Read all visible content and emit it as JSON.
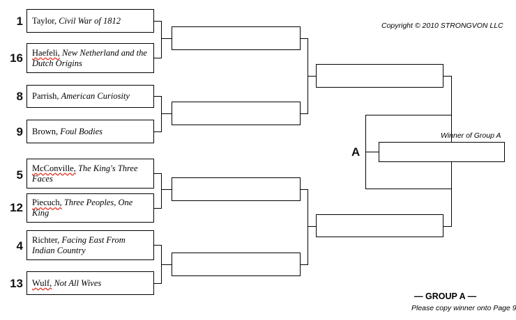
{
  "header": {
    "copyright": "Copyright © 2010 STRONGVON LLC"
  },
  "bracket": {
    "group_marker": "A",
    "winner_label": "Winner of Group A",
    "footer": "— GROUP A —",
    "page_note": "Please copy winner onto Page 9",
    "entries": [
      {
        "seed": "1",
        "author": "Taylor,",
        "title": "Civil War of 1812",
        "misspelled": false
      },
      {
        "seed": "16",
        "author": "Haefeli,",
        "title": "New Netherland and the Dutch Origins",
        "misspelled": true
      },
      {
        "seed": "8",
        "author": "Parrish,",
        "title": "American Curiosity",
        "misspelled": false
      },
      {
        "seed": "9",
        "author": "Brown,",
        "title": "Foul Bodies",
        "misspelled": false
      },
      {
        "seed": "5",
        "author": "McConville,",
        "title": "The King's Three Faces",
        "misspelled": true
      },
      {
        "seed": "12",
        "author": "Piecuch,",
        "title": "Three Peoples, One King",
        "misspelled": true
      },
      {
        "seed": "4",
        "author": "Richter,",
        "title": "Facing East From Indian Country",
        "misspelled": false
      },
      {
        "seed": "13",
        "author": "Wulf,",
        "title": "Not All Wives",
        "misspelled": true
      }
    ]
  },
  "colors": {
    "line": "#000000",
    "spellcheck": "#e03020",
    "background": "#ffffff"
  }
}
